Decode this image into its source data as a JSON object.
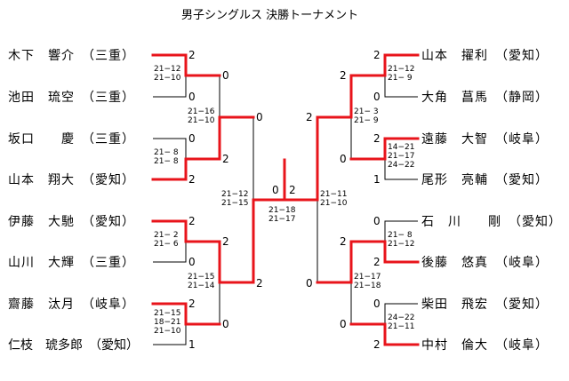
{
  "title": "男子シングルス 決勝トーナメント",
  "players_left": [
    {
      "name": "木下　響介",
      "pref": "（三重）"
    },
    {
      "name": "池田　琉空",
      "pref": "（三重）"
    },
    {
      "name": "坂口　　慶",
      "pref": "（三重）"
    },
    {
      "name": "山本　翔大",
      "pref": "（愛知）"
    },
    {
      "name": "伊藤　大馳",
      "pref": "（愛知）"
    },
    {
      "name": "山川　大輝",
      "pref": "（三重）"
    },
    {
      "name": "齋藤　汰月",
      "pref": "（岐阜）"
    },
    {
      "name": "仁枝　琥多郎",
      "pref": "（愛知）"
    }
  ],
  "players_right": [
    {
      "name": "山本　擢利",
      "pref": "（愛知）"
    },
    {
      "name": "大角　菖馬",
      "pref": "（静岡）"
    },
    {
      "name": "遠藤　大智",
      "pref": "（岐阜）"
    },
    {
      "name": "尾形　亮輔",
      "pref": "（愛知）"
    },
    {
      "name": "石　川　　剛",
      "pref": "（愛知）"
    },
    {
      "name": "後藤　悠真",
      "pref": "（岐阜）"
    },
    {
      "name": "柴田　飛宏",
      "pref": "（愛知）"
    },
    {
      "name": "中村　倫大",
      "pref": "（岐阜）"
    }
  ],
  "left_r1": [
    {
      "top": "2",
      "bottom": "0",
      "scores": [
        "21−12",
        "21−10"
      ]
    },
    {
      "top": "0",
      "bottom": "2",
      "scores": [
        "21− 8",
        "21− 8"
      ]
    },
    {
      "top": "2",
      "bottom": "0",
      "scores": [
        "21− 2",
        "21− 6"
      ]
    },
    {
      "top": "2",
      "bottom": "1",
      "scores": [
        "21−15",
        "18−21",
        "21−10"
      ]
    }
  ],
  "left_r2": [
    {
      "top": "0",
      "bottom": "2",
      "scores": [
        "21−16",
        "21−10"
      ]
    },
    {
      "top": "2",
      "bottom": "0",
      "scores": [
        "21−15",
        "21−14"
      ]
    }
  ],
  "left_sf": {
    "top": "0",
    "bottom": "2",
    "scores": [
      "21−12",
      "21−15"
    ]
  },
  "right_r1": [
    {
      "top": "2",
      "bottom": "0",
      "scores": [
        "21−12",
        "21− 9"
      ]
    },
    {
      "top": "2",
      "bottom": "1",
      "scores": [
        "14−21",
        "21−17",
        "24−22"
      ]
    },
    {
      "top": "0",
      "bottom": "2",
      "scores": [
        "21− 8",
        "21−12"
      ]
    },
    {
      "top": "0",
      "bottom": "2",
      "scores": [
        "24−22",
        "21−11"
      ]
    }
  ],
  "right_r2": [
    {
      "top": "2",
      "bottom": "0",
      "scores": [
        "21− 3",
        "21− 9"
      ]
    },
    {
      "top": "2",
      "bottom": "0",
      "scores": [
        "21−17",
        "21−18"
      ]
    }
  ],
  "right_sf": {
    "top": "2",
    "bottom": "0",
    "scores": [
      "21−11",
      "21−10"
    ]
  },
  "final": {
    "left": "0",
    "right": "2",
    "scores": [
      "21−18",
      "21−17"
    ]
  },
  "colors": {
    "winner_line": "#e8141b",
    "line": "#000000"
  }
}
